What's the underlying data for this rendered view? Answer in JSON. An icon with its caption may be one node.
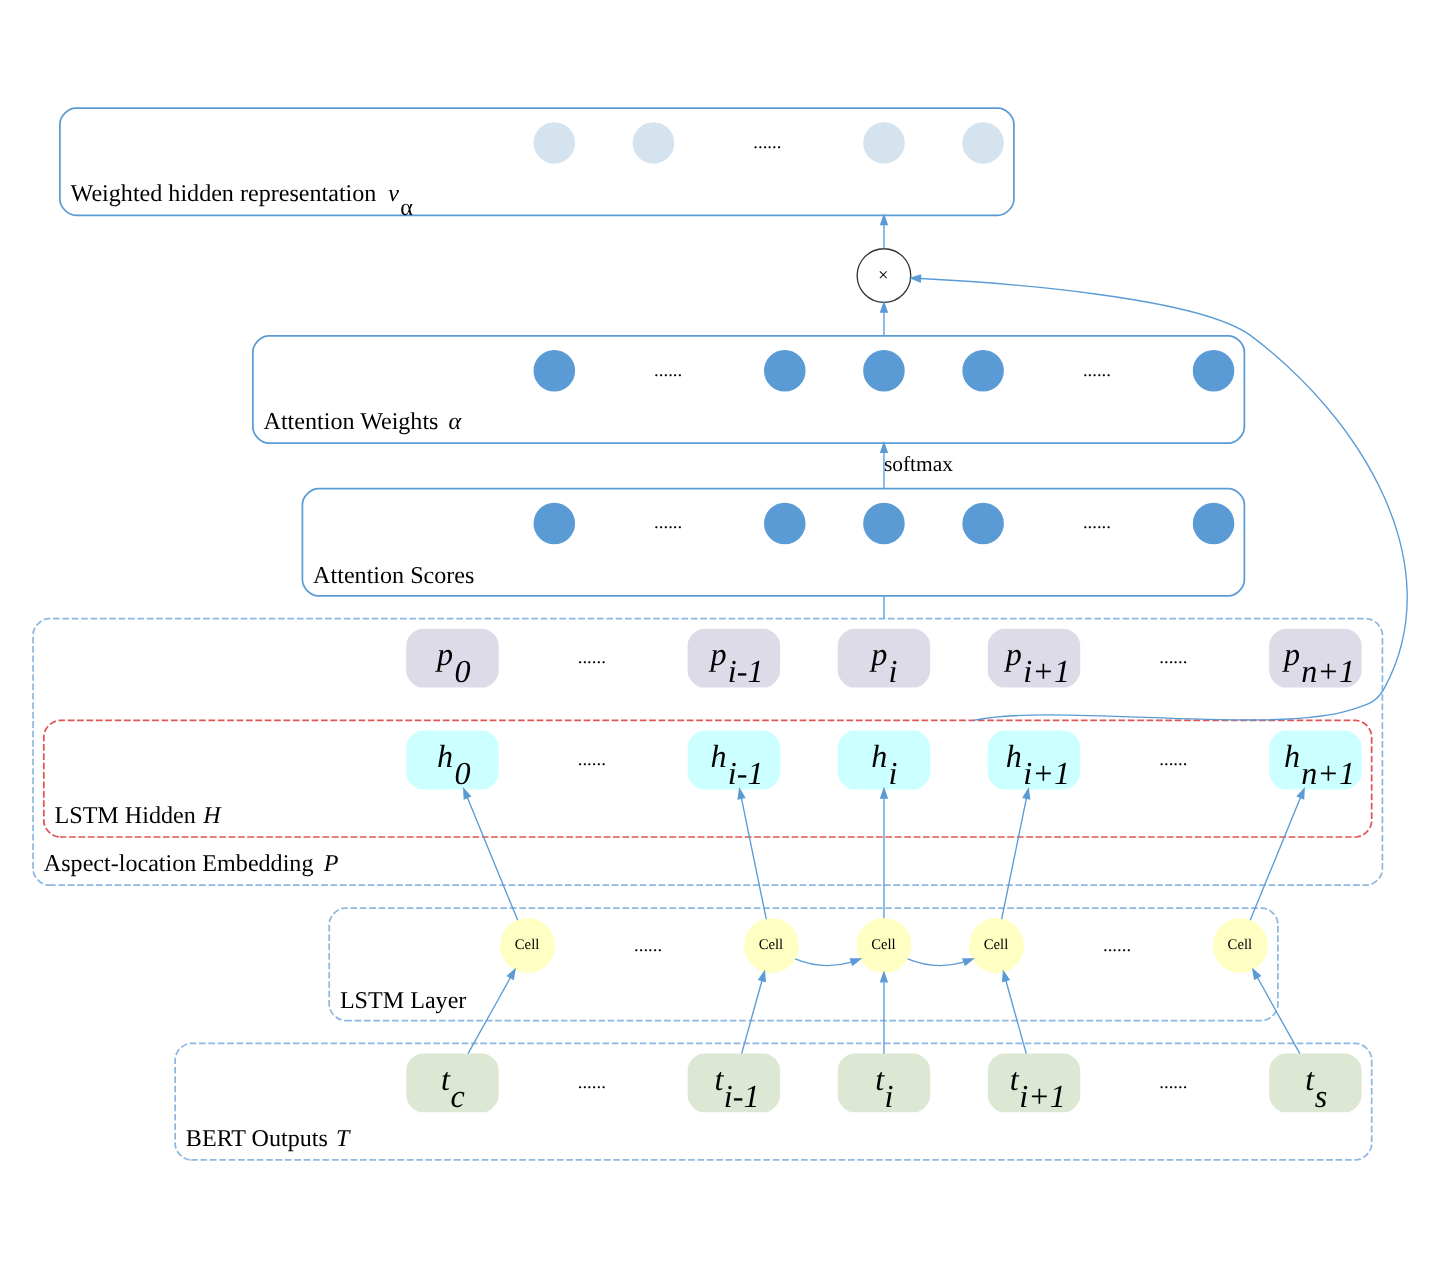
{
  "diagram": {
    "nodes": [
      {
        "text": [
          "Weighted hidden representation *v*$_{α}$"
        ]
      },
      {
        "text": [],
        "shape": "circle",
        "in": 0
      },
      {
        "text": [],
        "shape": "circle",
        "in": 0
      },
      {
        "text": [],
        "shape": "circle",
        "in": 0
      },
      {
        "text": [],
        "shape": "circle",
        "in": 0
      },
      {
        "text": [
          "×"
        ]
      },
      {
        "text": [
          "Attention Weights *α*"
        ]
      },
      {
        "text": [],
        "shape": "circle",
        "in": 6
      },
      {
        "text": [],
        "shape": "circle",
        "in": 6
      },
      {
        "text": [],
        "shape": "circle",
        "in": 6
      },
      {
        "text": [],
        "shape": "circle",
        "in": 6
      },
      {
        "text": [],
        "shape": "circle",
        "in": 6
      },
      {
        "text": [
          "Attention Scores"
        ]
      },
      {
        "text": [],
        "shape": "circle",
        "in": 12
      },
      {
        "text": [],
        "shape": "circle",
        "in": 12
      },
      {
        "text": [],
        "shape": "circle",
        "in": 12
      },
      {
        "text": [],
        "shape": "circle",
        "in": 12
      },
      {
        "text": [],
        "shape": "circle",
        "in": 12
      },
      {
        "text": [
          "Aspect-location Embedding *P*"
        ]
      },
      {
        "text": [
          "p$_{0}$"
        ],
        "in": 18
      },
      {
        "text": [
          "p$_{i-1}$"
        ],
        "in": 18
      },
      {
        "text": [
          "p$_{i}$"
        ],
        "in": 18
      },
      {
        "text": [
          "p$_{i+1}$"
        ],
        "in": 18
      },
      {
        "text": [
          "p$_{n+1}$"
        ],
        "in": 18
      },
      {
        "text": [
          "LSTM Hidden *H*"
        ],
        "in": 18
      },
      {
        "text": [
          "h$_{0}$"
        ],
        "in": 24
      },
      {
        "text": [
          "h$_{i-1}$"
        ],
        "in": 24
      },
      {
        "text": [
          "h$_{i}$"
        ],
        "in": 24
      },
      {
        "text": [
          "h$_{i+1}$"
        ],
        "in": 24
      },
      {
        "text": [
          "h$_{n+1}$"
        ],
        "in": 24
      },
      {
        "text": [
          "LSTM Layer"
        ]
      },
      {
        "text": [
          "Cell"
        ],
        "in": 30
      },
      {
        "text": [
          "Cell"
        ],
        "in": 30
      },
      {
        "text": [
          "Cell"
        ],
        "in": 30
      },
      {
        "text": [
          "Cell"
        ],
        "in": 30
      },
      {
        "text": [
          "Cell"
        ],
        "in": 30
      },
      {
        "text": [
          "BERT Outputs *T*"
        ]
      },
      {
        "text": [
          "t$_{c}$"
        ],
        "in": 36
      },
      {
        "text": [
          "t$_{i-1}$"
        ],
        "in": 36
      },
      {
        "text": [
          "t$_{i}$"
        ],
        "in": 36
      },
      {
        "text": [
          "t$_{i+1}$"
        ],
        "in": 36
      },
      {
        "text": [
          "t$_{s}$"
        ],
        "in": 36
      }
    ],
    "edges": [
      {
        "from": 37,
        "to": 31,
        "arrow": "to"
      },
      {
        "from": 38,
        "to": 32,
        "arrow": "to"
      },
      {
        "from": 39,
        "to": 33,
        "arrow": "to"
      },
      {
        "from": 40,
        "to": 34,
        "arrow": "to"
      },
      {
        "from": 41,
        "to": 35,
        "arrow": "to"
      },
      {
        "from": 32,
        "to": 33,
        "arrow": "to"
      },
      {
        "from": 33,
        "to": 34,
        "arrow": "to"
      },
      {
        "from": 31,
        "to": 25,
        "arrow": "to"
      },
      {
        "from": 32,
        "to": 26,
        "arrow": "to"
      },
      {
        "from": 33,
        "to": 27,
        "arrow": "to"
      },
      {
        "from": 34,
        "to": 28,
        "arrow": "to"
      },
      {
        "from": 35,
        "to": 29,
        "arrow": "to"
      },
      {
        "from": 18,
        "to": 12,
        "arrow": "none"
      },
      {
        "from": 12,
        "to": 6,
        "arrow": "to",
        "label": "softmax"
      },
      {
        "from": 6,
        "to": 5,
        "arrow": "to"
      },
      {
        "from": 5,
        "to": 0,
        "arrow": "to"
      },
      {
        "from": 24,
        "to": 5,
        "arrow": "to"
      }
    ],
    "labels": [
      "......",
      "......",
      "......",
      "......",
      "......",
      "......",
      "......",
      "......",
      "......",
      "......",
      "......",
      "......",
      "......"
    ]
  }
}
